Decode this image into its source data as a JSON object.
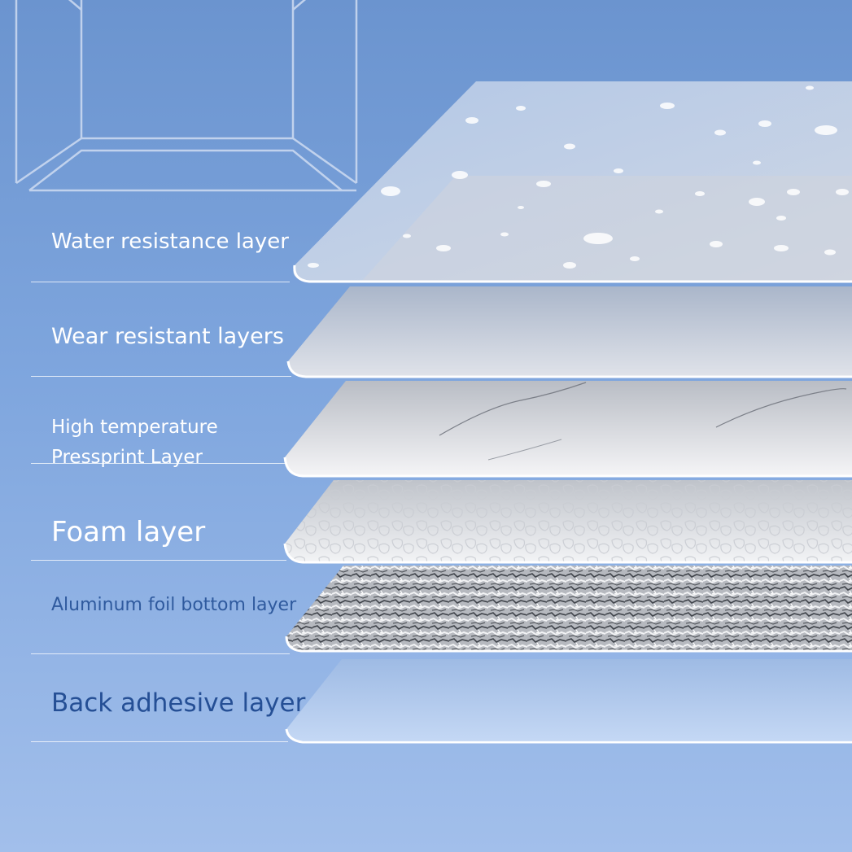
{
  "colors": {
    "background_top": "#6f98d2",
    "background_bottom": "#9dbbe9",
    "label_light": "#ffffff",
    "label_dark": "#2f5a9e",
    "label_darker": "#254f95",
    "plate_white": "#f5f6f9",
    "plate_grey": "#d4d7de",
    "foil_dark": "#5a5e66",
    "foil_light": "#e8eaee",
    "adhesive": "#bcd3f3"
  },
  "layers": [
    {
      "label": "Water resistance layer",
      "color": "#ffffff"
    },
    {
      "label": "Wear resistant layers",
      "color": "#ffffff"
    },
    {
      "label_lines": [
        "High temperature",
        "Pressprint Layer"
      ],
      "color": "#ffffff"
    },
    {
      "label": "Foam layer",
      "color": "#ffffff"
    },
    {
      "label": "Aluminum foil bottom layer",
      "color": "#2f5a9e"
    },
    {
      "label": "Back adhesive layer",
      "color": "#254f95"
    }
  ]
}
